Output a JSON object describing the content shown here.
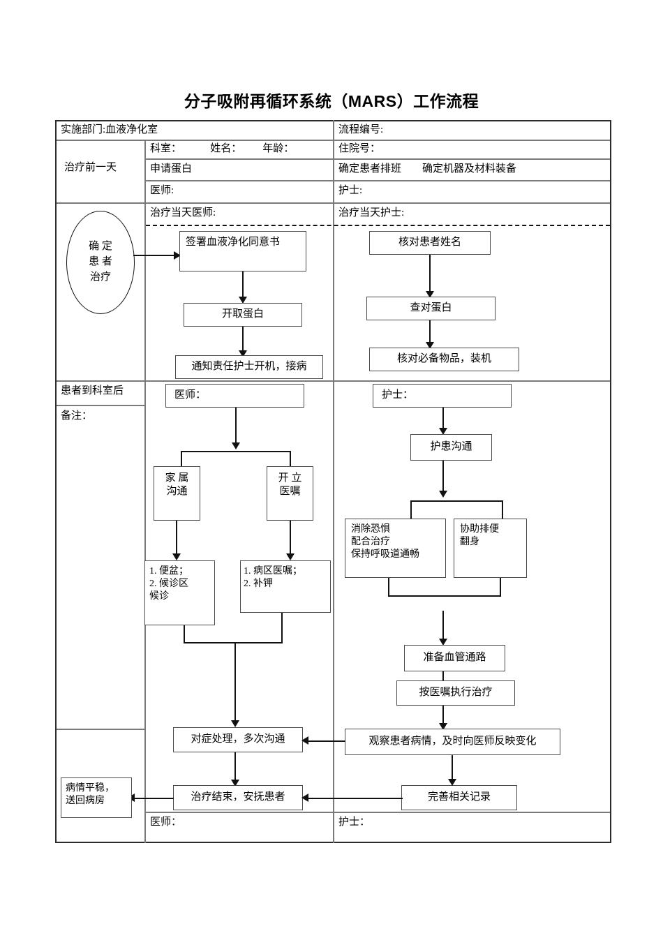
{
  "title": "分子吸附再循环系统（MARS）工作流程",
  "header": {
    "department_label": "实施部门:血液净化室",
    "process_no_label": "流程编号:",
    "patient_fields": "科室：           姓名：        年龄：",
    "admission_no": "住院号：",
    "day_before_label": "治疗前一天",
    "apply_protein": "申请蛋白",
    "confirm_shift": "确定患者排班        确定机器及材料装备",
    "doctor_sign": "医师:",
    "nurse_sign": "护士:"
  },
  "section_treatment_day": {
    "doctor_header": "治疗当天医师:",
    "nurse_header": "治疗当天护士:",
    "start_node": "确  定\n患  者\n治疗",
    "doctor_steps": [
      "签署血液净化同意书",
      "开取蛋白",
      "通知责任护士开机，接病"
    ],
    "nurse_steps": [
      "核对患者姓名",
      "查对蛋白",
      "核对必备物品，装机"
    ]
  },
  "section_after_arrival": {
    "row_label": "患者到科室后",
    "remark_label": "备注：",
    "doctor_box_label": "医师：",
    "nurse_box_label": "护士：",
    "doctor_branch_left": "家  属\n沟通",
    "doctor_branch_right": "开  立\n医嘱",
    "doctor_list_left": "1. 便盆；\n2. 候诊区\n    候诊",
    "doctor_list_right": " 1.   病区医嘱；\n 2.   补钾",
    "nurse_communicate": "护患沟通",
    "nurse_branch_left": "消除恐惧\n配合治疗\n保持呼吸道通畅",
    "nurse_branch_right": "协助排便\n翻身",
    "nurse_prepare": "准备血管通路",
    "nurse_execute": "按医嘱执行治疗",
    "nurse_observe": "观察患者病情，及时向医师反映变化",
    "nurse_record": "完善相关记录",
    "doctor_handle": "对症处理，多次沟通",
    "doctor_finish": "治疗结束，安抚患者",
    "discharge": "病情平稳，\n送回病房"
  },
  "footer": {
    "doctor_label": "医师：",
    "nurse_label": "护士："
  }
}
